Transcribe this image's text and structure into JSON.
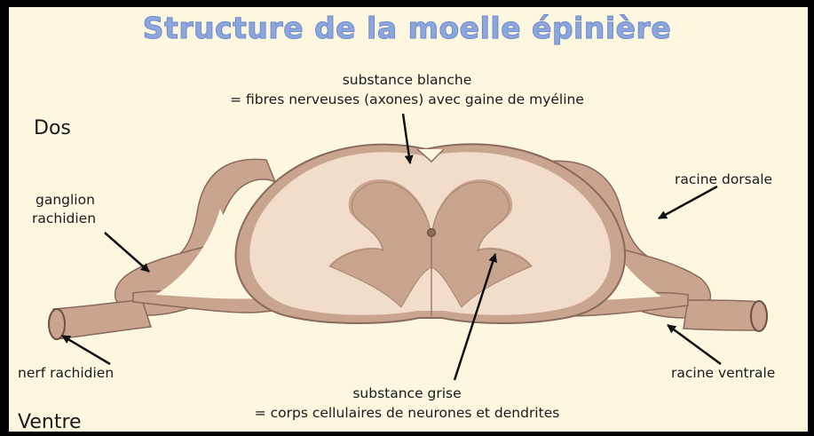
{
  "title": "Structure de la moelle épinière",
  "labels": {
    "dos": "Dos",
    "ventre": "Ventre",
    "substance_blanche_1": "substance blanche",
    "substance_blanche_2": "= fibres nerveuses (axones) avec gaine de myéline",
    "ganglion_1": "ganglion",
    "ganglion_2": "rachidien",
    "racine_dorsale": "racine dorsale",
    "nerf_rachidien": "nerf rachidien",
    "racine_ventrale": "racine ventrale",
    "substance_grise_1": "substance grise",
    "substance_grise_2": "= corps cellulaires de neurones et dendrites"
  },
  "colors": {
    "background": "#fdf7df",
    "title": "#8da6dc",
    "white_matter": "#f1ddc9",
    "gray_matter_and_roots": "#c9a48f",
    "outline": "#7b5a4c"
  }
}
